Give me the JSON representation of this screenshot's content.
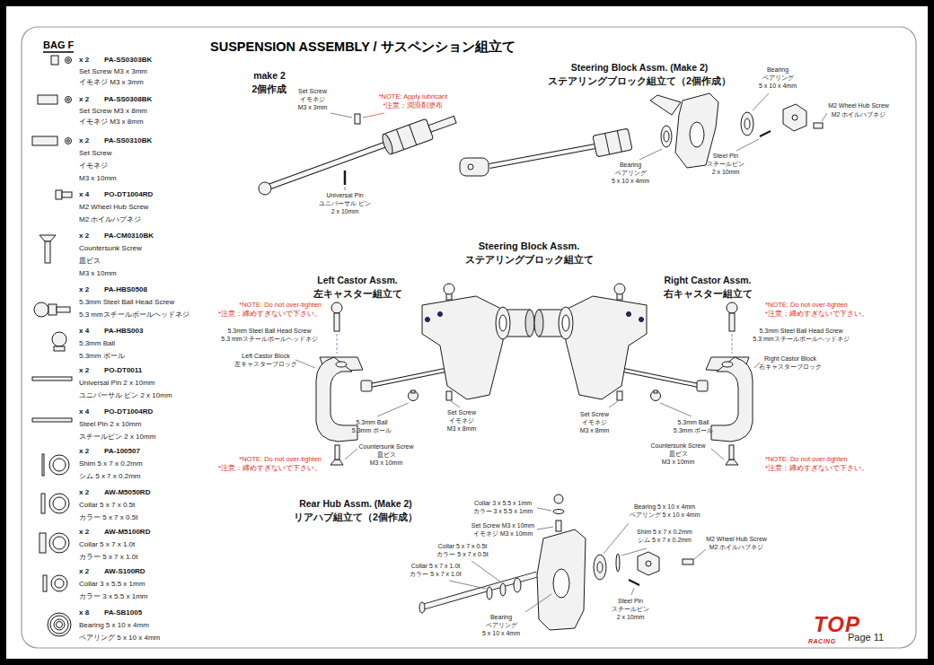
{
  "diagram": {
    "title": "SUSPENSION ASSEMBLY / サスペンション組立て",
    "labels": [
      "BAG F",
      "x 2",
      "PA-SS0303BK",
      "Set Screw M3 x 3mm",
      "イモネジ M3 x 3mm",
      "x 2",
      "PA-SS0308BK",
      "Set Screw M3 x 8mm",
      "イモネジ M3 x 8mm",
      "x 2",
      "PA-SS0310BK",
      "Set Screw",
      "イモネジ",
      "M3 x 10mm",
      "x 4",
      "PO-DT1004RD",
      "M2 Wheel Hub Screw",
      "M2 ホイルハブネジ",
      "x 2",
      "PA-CM0310BK",
      "Countersunk Screw",
      "皿ビス",
      "M3 x 10mm",
      "x 2",
      "PA-HBS0508",
      "5.3mm Steel Ball Head Screw",
      "5.3 mmスチールボールヘッドネジ",
      "x 4",
      "PA-HBS003",
      "5.3mm Ball",
      "5.3mm ボール",
      "x 2",
      "PO-DT0011",
      "Universal Pin 2 x 10mm",
      "ユニバーサル ピン 2 x 10mm",
      "x 4",
      "PO-DT1004RD",
      "Steel Pin 2 x 10mm",
      "スチールピン 2 x 10mm",
      "x 2",
      "PA-100507",
      "Shim 5 x 7 x 0.2mm",
      "シム 5 x 7 x 0.2mm",
      "x 2",
      "AW-M5050RD",
      "Collar 5 x 7 x 0.5t",
      "カラー 5 x 7 x 0.5t",
      "x 2",
      "AW-M5100RD",
      "Collar 5 x 7 x 1.0t",
      "カラー 5 x 7 x 1.0t",
      "x 2",
      "AW-S100RD",
      "Collar 3 x 5.5 x 1mm",
      "カラー 3 x 5.5 x 1mm",
      "x 8",
      "PA-SB1005",
      "Bearing 5 x 10 x 4mm",
      "ベアリング 5 x 10 x 4mm",
      "make 2",
      "2個作成",
      "Set Screw",
      "イモネジ",
      "M3 x 3mm",
      "*NOTE: Apply lubricant",
      "*注意：潤滑剤塗布",
      "Universal Pin",
      "ユニバーサル ピン",
      "2 x 10mm",
      "Steering Block Assm. (Make 2)",
      "ステアリングブロック組立て（2個作成）",
      "Bearing",
      "ベアリング",
      "5 x 10 x 4mm",
      "M2 Wheel Hub Screw",
      "M2 ホイルハブネジ",
      "Steel Pin",
      "スチールピン",
      "2 x 10mm",
      "Bearing",
      "ベアリング",
      "5 x 10 x 4mm",
      "Steering Block Assm.",
      "ステアリングブロック組立て",
      "Left Castor Assm.",
      "左キャスター組立て",
      "Right Castor Assm.",
      "右キャスター組立て",
      "*NOTE: Do not over-tighten",
      "*注意：締めすぎないで下さい。",
      "5.3mm Steel Ball Head Screw",
      "5.3 mmスチールボールヘッドネジ",
      "Left Castor Block",
      "左キャスターブロック",
      "Set Screw",
      "イモネジ",
      "M3 x 8mm",
      "5.3mm Ball",
      "5.3mm ボール",
      "Countersunk Screw",
      "皿ビス",
      "M3 x 10mm",
      "*NOTE: Do not over-tighten",
      "*注意：締めすぎないで下さい。",
      "*NOTE: Do not over-tighten",
      "*注意：締めすぎないで下さい。",
      "5.3mm Steel Ball Head Screw",
      "5.3 mmスチールボールヘッドネジ",
      "Right Castor Block",
      "右キャスターブロック",
      "Set Screw",
      "イモネジ",
      "M3 x 8mm",
      "5.3mm Ball",
      "5.3mm ボール",
      "Countersunk Screw",
      "皿ビス",
      "M3 x 10mm",
      "*NOTE: Do not over-tighten",
      "*注意：締めすぎないで下さい。",
      "Rear Hub Assm. (Make 2)",
      "リアハブ組立て（2個作成）",
      "Collar 3 x 5.5 x 1mm",
      "カラー 3 x 5.5 x 1mm",
      "Set Screw M3 x 10mm",
      "イモネジ M3 x 10mm",
      "Collar 5 x 7 x 0.5t",
      "カラー 5 x 7 x 0.5t",
      "Collar 5 x 7 x 1.0t",
      "カラー 5 x 7 x 1.0t",
      "Bearing 5 x 10 x 4mm",
      "ベアリング 5 x 10 x 4mm",
      "Shim 5 x 7 x 0.2mm",
      "シム 5 x 7 x 0.2mm",
      "M2 Wheel Hub Screw",
      "M2 ホイルハブネジ",
      "Steel Pin",
      "スチールピン",
      "2 x 10mm",
      "Bearing",
      "ベアリング",
      "5 x 10 x 4mm",
      "TOP",
      "RACING",
      "Page 11"
    ]
  }
}
